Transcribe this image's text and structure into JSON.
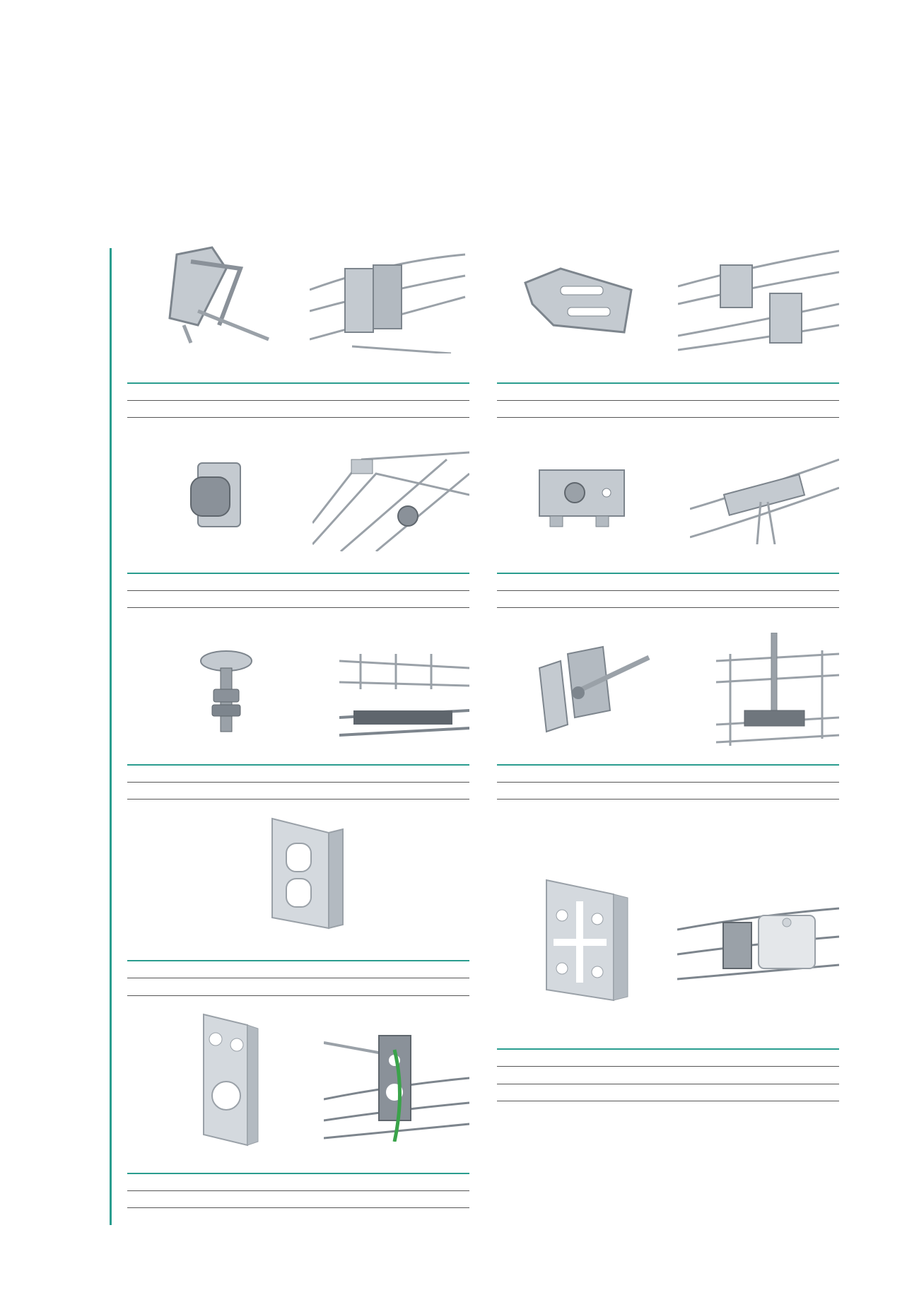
{
  "colors": {
    "accent": "#2a9d8f",
    "rule": "#555555",
    "metal": "#b8bfc6",
    "metal_dark": "#7d858d",
    "cable": "#3aa34a"
  },
  "products": [
    {
      "id": "clip-hook",
      "images": [
        "product-photo",
        "installed-photo"
      ],
      "table_rows": 2
    },
    {
      "id": "clip-plate",
      "images": [
        "product-photo",
        "installed-photo"
      ],
      "table_rows": 2
    },
    {
      "id": "button-clip",
      "images": [
        "product-photo",
        "installed-photo"
      ],
      "table_rows": 2
    },
    {
      "id": "splice-plate",
      "images": [
        "product-photo",
        "installed-photo"
      ],
      "table_rows": 2
    },
    {
      "id": "bolt-nut",
      "images": [
        "product-photo",
        "installed-photo"
      ],
      "table_rows": 2
    },
    {
      "id": "threaded-rod-kit",
      "images": [
        "product-photo",
        "installed-photo"
      ],
      "table_rows": 2
    },
    {
      "id": "mounting-bracket",
      "images": [
        "product-photo"
      ],
      "table_rows": 2
    },
    {
      "id": "box-bracket",
      "images": [
        "product-photo",
        "installed-photo"
      ],
      "table_rows": 3
    },
    {
      "id": "earthing-plate",
      "images": [
        "product-photo",
        "installed-photo"
      ],
      "table_rows": 2
    }
  ]
}
